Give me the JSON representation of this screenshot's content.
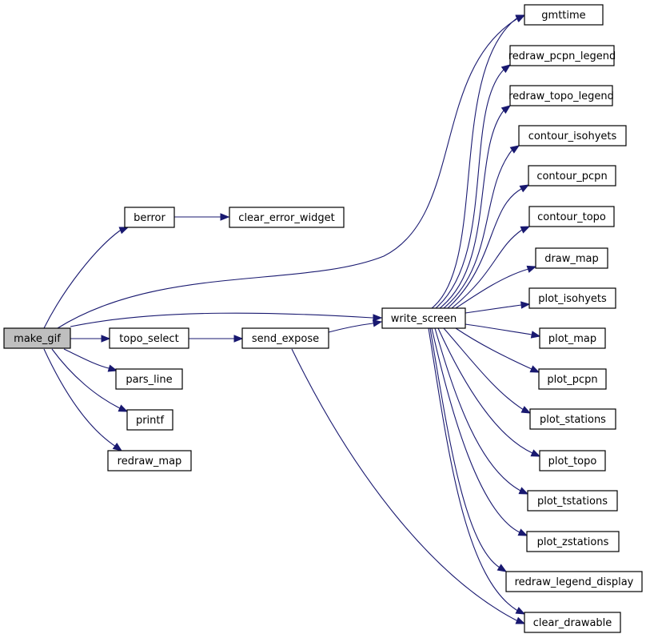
{
  "nodes": {
    "make_gif": "make_gif",
    "berror": "berror",
    "clear_error_widget": "clear_error_widget",
    "topo_select": "topo_select",
    "pars_line": "pars_line",
    "printf": "printf",
    "redraw_map": "redraw_map",
    "send_expose": "send_expose",
    "write_screen": "write_screen",
    "gmttime": "gmttime",
    "redraw_pcpn_legend": "redraw_pcpn_legend",
    "redraw_topo_legend": "redraw_topo_legend",
    "contour_isohyets": "contour_isohyets",
    "contour_pcpn": "contour_pcpn",
    "contour_topo": "contour_topo",
    "draw_map": "draw_map",
    "plot_isohyets": "plot_isohyets",
    "plot_map": "plot_map",
    "plot_pcpn": "plot_pcpn",
    "plot_stations": "plot_stations",
    "plot_topo": "plot_topo",
    "plot_tstations": "plot_tstations",
    "plot_zstations": "plot_zstations",
    "redraw_legend_display": "redraw_legend_display",
    "clear_drawable": "clear_drawable"
  },
  "colors": {
    "edge": "#191970",
    "root_fill": "#bfbfbf",
    "node_fill": "#ffffff"
  }
}
